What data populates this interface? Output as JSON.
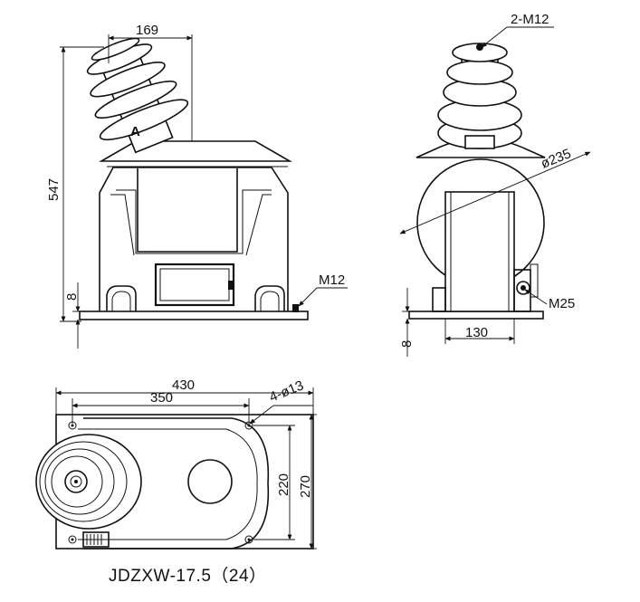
{
  "labels": {
    "dim_169": "169",
    "dim_547": "547",
    "dim_8_left": "8",
    "thread_m12_side": "M12",
    "insulator_mark": "A",
    "thread_2_m12": "2-M12",
    "dim_phi235": "ø235",
    "thread_m25": "M25",
    "dim_130": "130",
    "dim_8_right": "8",
    "dim_430": "430",
    "dim_350": "350",
    "holes_4_phi13": "4-ø13",
    "dim_220": "220",
    "dim_270": "270",
    "model_caption": "JDZXW-17.5（24）"
  }
}
